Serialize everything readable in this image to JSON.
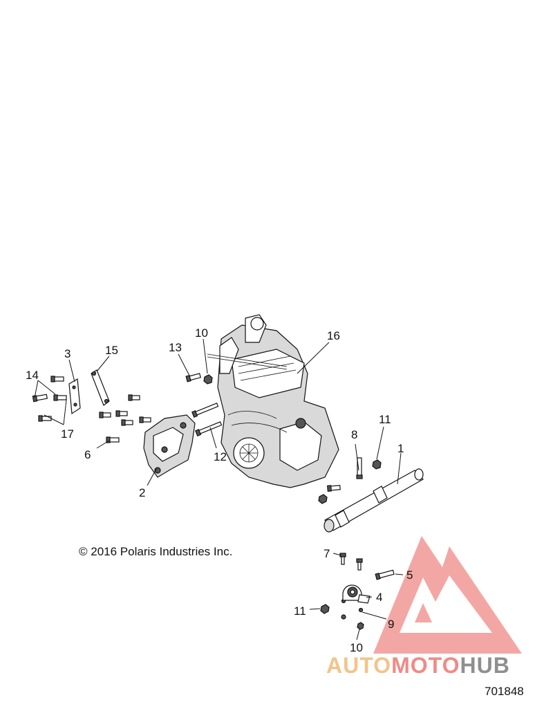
{
  "callouts": {
    "c1": "1",
    "c2": "2",
    "c3": "3",
    "c4": "4",
    "c5": "5",
    "c6": "6",
    "c7": "7",
    "c8": "8",
    "c9": "9",
    "c10a": "10",
    "c10b": "10",
    "c11a": "11",
    "c11b": "11",
    "c12": "12",
    "c13": "13",
    "c14": "14",
    "c15": "15",
    "c16": "16",
    "c17": "17"
  },
  "copyright": "© 2016 Polaris Industries Inc.",
  "figure_number": "701848",
  "watermark": {
    "auto": "AUTO",
    "moto": "MOTO",
    "hub": "HUB",
    "colors": {
      "auto": "#f2c48a",
      "moto": "#f08a86",
      "hub": "#8f8f8f",
      "triangle": "#f08a86"
    }
  }
}
